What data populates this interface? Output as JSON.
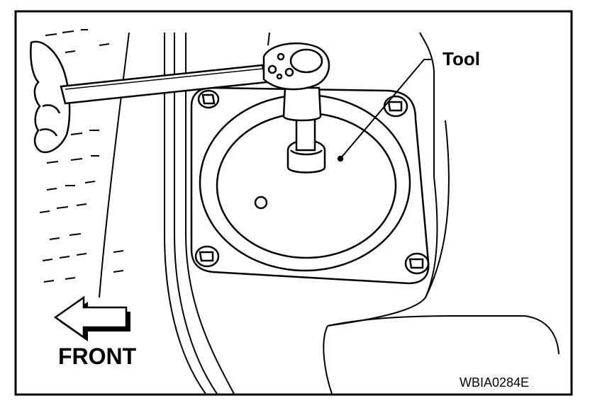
{
  "diagram": {
    "labels": {
      "tool": "Tool",
      "front": "FRONT",
      "figure_code": "WBIA0284E"
    },
    "colors": {
      "line": "#000000",
      "background": "#ffffff"
    }
  }
}
